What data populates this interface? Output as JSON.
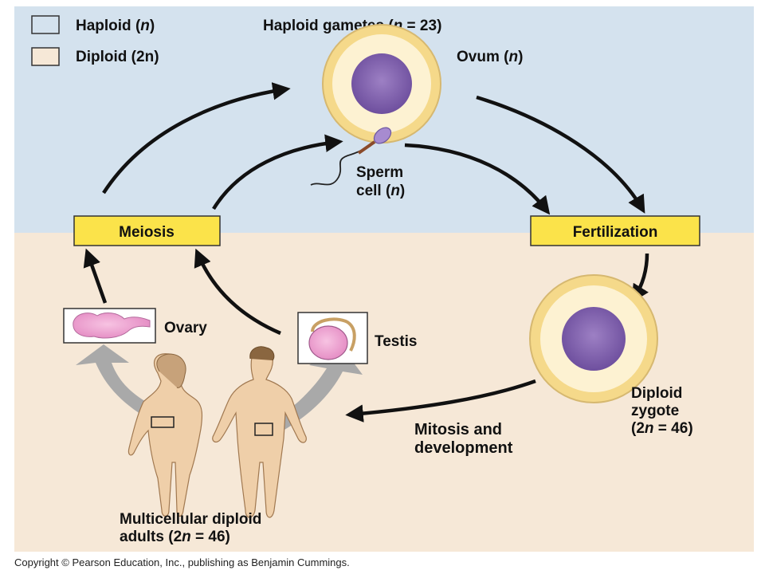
{
  "legend": {
    "haploid": {
      "label": "Haploid",
      "symbol": "n"
    },
    "diploid": {
      "label": "Diploid",
      "symbol": "2n"
    }
  },
  "labels": {
    "haploid_gametes": {
      "text": "Haploid gametes",
      "symbol": "n",
      "value": "= 23"
    },
    "ovum": {
      "text": "Ovum",
      "symbol": "n"
    },
    "sperm_line1": "Sperm",
    "sperm_line2": {
      "text": "cell",
      "symbol": "n"
    },
    "meiosis": "Meiosis",
    "fertilization": "Fertilization",
    "ovary": "Ovary",
    "testis": "Testis",
    "zygote_line1": "Diploid",
    "zygote_line2": "zygote",
    "zygote_line3": {
      "prefix": "2",
      "symbol": "n",
      "value": "= 46"
    },
    "mitosis_line1": "Mitosis and",
    "mitosis_line2": "development",
    "adults_line1": "Multicellular diploid",
    "adults_line2": {
      "text": "adults",
      "prefix": "2",
      "symbol": "n",
      "value": "= 46"
    }
  },
  "copyright": "Copyright © Pearson Education, Inc., publishing as Benjamin Cummings.",
  "colors": {
    "haploid_bg": "#d4e2ee",
    "diploid_bg": "#f6e8d7",
    "process_box": "#fbe34a",
    "nucleus": "#8a6bb4",
    "cell_rim": "#f5d98a",
    "arrow": "#111111",
    "gray_arrow": "#a9a9a9",
    "ovary": "#f2a9d4",
    "skin": "#efcfa9"
  }
}
